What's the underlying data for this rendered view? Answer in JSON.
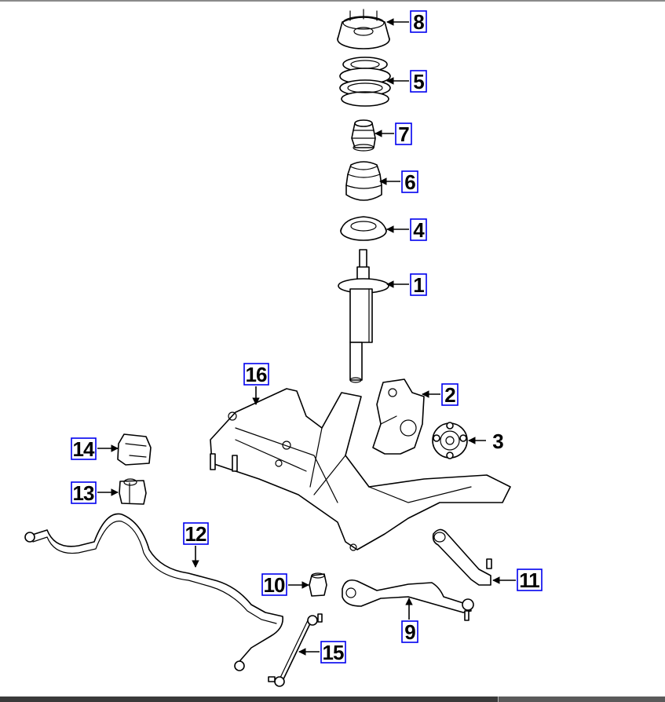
{
  "diagram": {
    "callouts": [
      {
        "id": "1",
        "label": "1",
        "boxed": true
      },
      {
        "id": "2",
        "label": "2",
        "boxed": true
      },
      {
        "id": "3",
        "label": "3",
        "boxed": false
      },
      {
        "id": "4",
        "label": "4",
        "boxed": true
      },
      {
        "id": "5",
        "label": "5",
        "boxed": true
      },
      {
        "id": "6",
        "label": "6",
        "boxed": true
      },
      {
        "id": "7",
        "label": "7",
        "boxed": true
      },
      {
        "id": "8",
        "label": "8",
        "boxed": true
      },
      {
        "id": "9",
        "label": "9",
        "boxed": true
      },
      {
        "id": "10",
        "label": "10",
        "boxed": true
      },
      {
        "id": "11",
        "label": "11",
        "boxed": true
      },
      {
        "id": "12",
        "label": "12",
        "boxed": true
      },
      {
        "id": "13",
        "label": "13",
        "boxed": true
      },
      {
        "id": "14",
        "label": "14",
        "boxed": true
      },
      {
        "id": "15",
        "label": "15",
        "boxed": true
      },
      {
        "id": "16",
        "label": "16",
        "boxed": true
      }
    ],
    "colors": {
      "callout_box_border": "#0000ee",
      "line": "#000000",
      "background": "#ffffff"
    }
  }
}
